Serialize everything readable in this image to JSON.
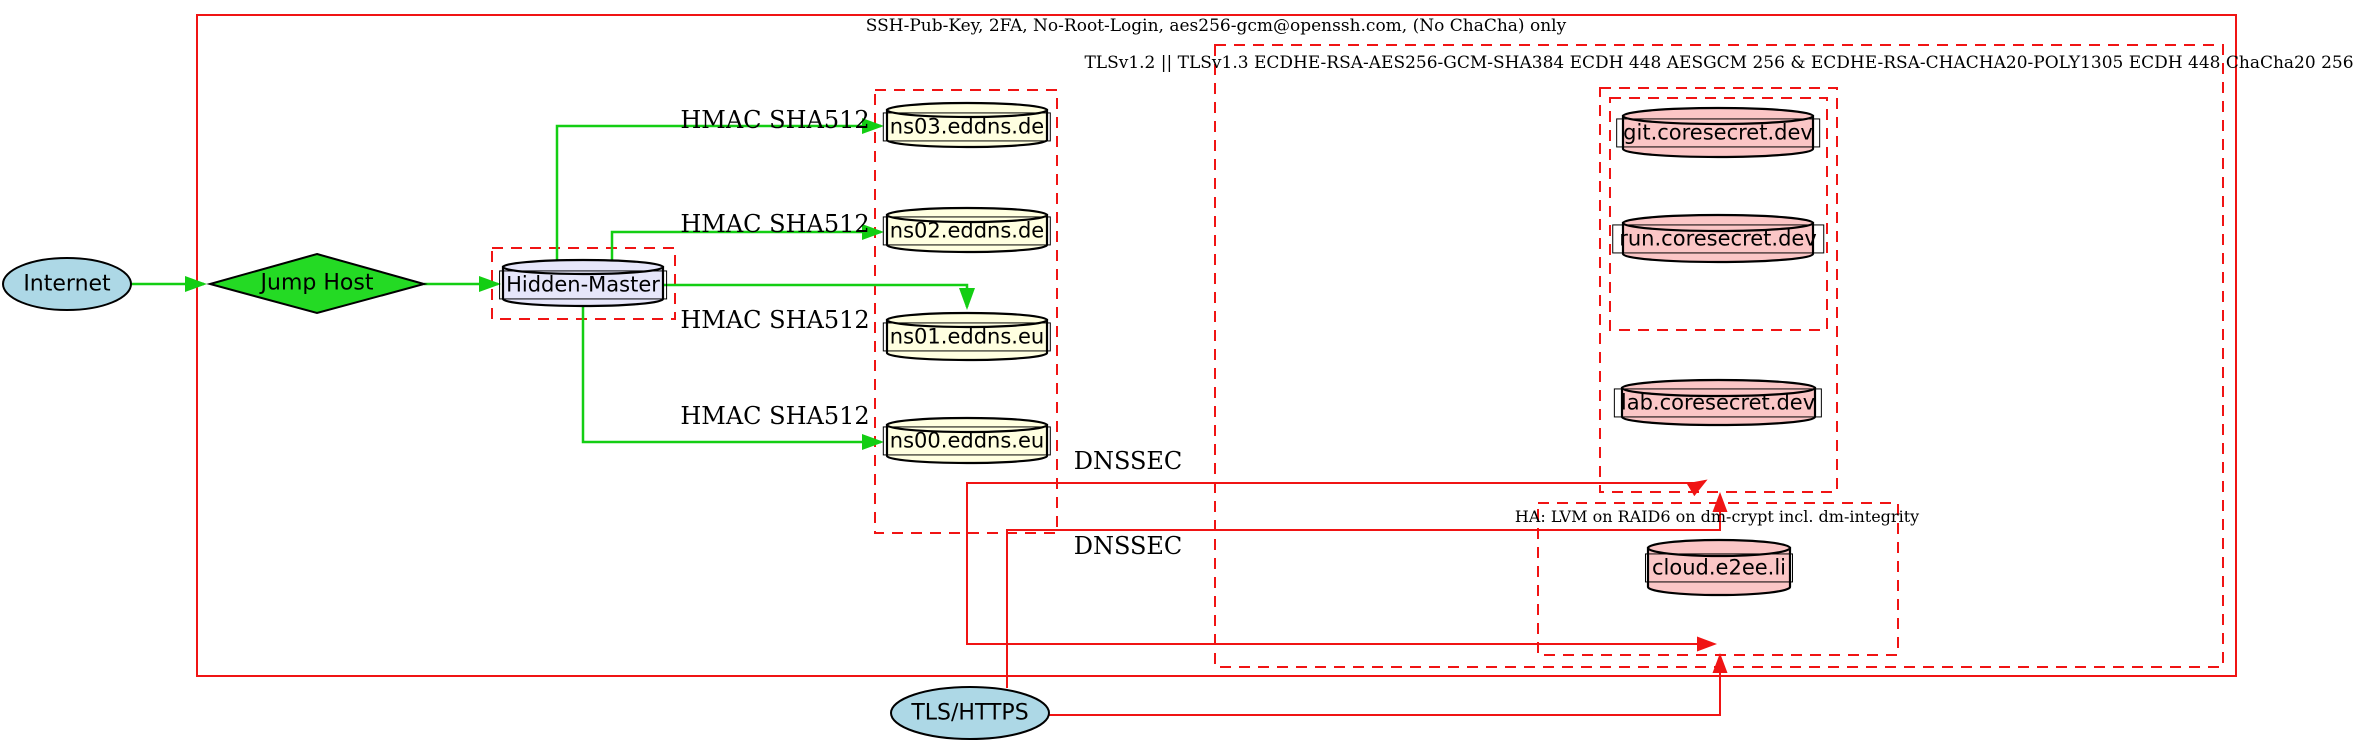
{
  "diagram": {
    "clusters": {
      "ssh": {
        "label": "SSH-Pub-Key, 2FA, No-Root-Login, aes256-gcm@openssh.com, (No ChaCha) only"
      },
      "tls": {
        "label": "TLSv1.2 || TLSv1.3 ECDHE-RSA-AES256-GCM-SHA384 ECDH 448 AESGCM 256 & ECDHE-RSA-CHACHA20-POLY1305 ECDH 448 ChaCha20 256"
      },
      "ha": {
        "label": "HA: LVM on RAID6 on dm-crypt incl. dm-integrity"
      }
    },
    "nodes": {
      "internet": {
        "label": "Internet",
        "shape": "ellipse",
        "fill": "#add8e6"
      },
      "jump_host": {
        "label": "Jump Host",
        "shape": "diamond",
        "fill": "#24da24"
      },
      "hidden_master": {
        "label": "Hidden-Master",
        "shape": "cylinder",
        "fill": "#e6e6fa"
      },
      "ns03": {
        "label": "ns03.eddns.de",
        "shape": "cylinder",
        "fill": "#ffffe0"
      },
      "ns02": {
        "label": "ns02.eddns.de",
        "shape": "cylinder",
        "fill": "#ffffe0"
      },
      "ns01": {
        "label": "ns01.eddns.eu",
        "shape": "cylinder",
        "fill": "#ffffe0"
      },
      "ns00": {
        "label": "ns00.eddns.eu",
        "shape": "cylinder",
        "fill": "#ffffe0"
      },
      "git": {
        "label": "git.coresecret.dev",
        "shape": "cylinder",
        "fill": "#fbc6c6"
      },
      "run": {
        "label": "run.coresecret.dev",
        "shape": "cylinder",
        "fill": "#fbc6c6"
      },
      "lab": {
        "label": "lab.coresecret.dev",
        "shape": "cylinder",
        "fill": "#fbc6c6"
      },
      "cloud": {
        "label": "cloud.e2ee.li",
        "shape": "cylinder",
        "fill": "#fbc6c6"
      },
      "tls_https": {
        "label": "TLS/HTTPS",
        "shape": "ellipse",
        "fill": "#add8e6"
      }
    },
    "edge_labels": {
      "hmac": "HMAC SHA512",
      "dnssec": "DNSSEC"
    },
    "colors": {
      "cluster_border": "#f01414",
      "secure_edge_green": "#13ce13",
      "lightblue": "#add8e6",
      "lightyellow": "#ffffe0",
      "lavender": "#e6e6fa",
      "pink": "#fbc6c6"
    }
  }
}
